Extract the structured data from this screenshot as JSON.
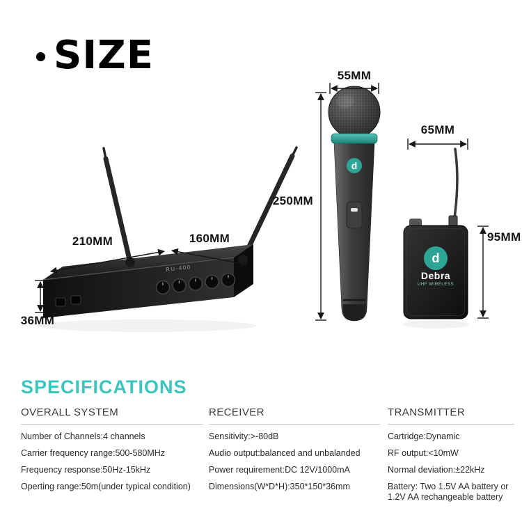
{
  "title": {
    "bullet": "•",
    "text": "SIZE"
  },
  "dimensions": {
    "mic_width": "55MM",
    "mic_height": "250MM",
    "pack_width": "65MM",
    "pack_height": "95MM",
    "receiver_width": "210MM",
    "receiver_depth": "160MM",
    "receiver_height": "36MM"
  },
  "branding": {
    "receiver_model": "RU-400",
    "logo_letter": "d",
    "pack_brand": "Debra",
    "pack_sub": "UHF WIRELESS"
  },
  "specs": {
    "title": "SPECIFICATIONS",
    "columns": [
      {
        "header": "OVERALL SYSTEM",
        "lines": [
          "Number of Channels:4 channels",
          "Carrier frequency range:500-580MHz",
          "Frequency response:50Hz-15kHz",
          "Operting range:50m(under typical condition)"
        ]
      },
      {
        "header": "RECEIVER",
        "lines": [
          "Sensitivity:>-80dB",
          "Audio output:balanced and unbalanded",
          "Power requirement:DC 12V/1000mA",
          "Dimensions(W*D*H):350*150*36mm"
        ]
      },
      {
        "header": "TRANSMITTER",
        "lines": [
          "Cartridge:Dynamic",
          "RF output:<10mW",
          "Normal deviation:±22kHz",
          "Battery: Two 1.5V AA battery or 1.2V AA rechangeable battery"
        ]
      }
    ]
  },
  "colors": {
    "accent": "#3ec4be",
    "mic_ring": "#2da596"
  }
}
